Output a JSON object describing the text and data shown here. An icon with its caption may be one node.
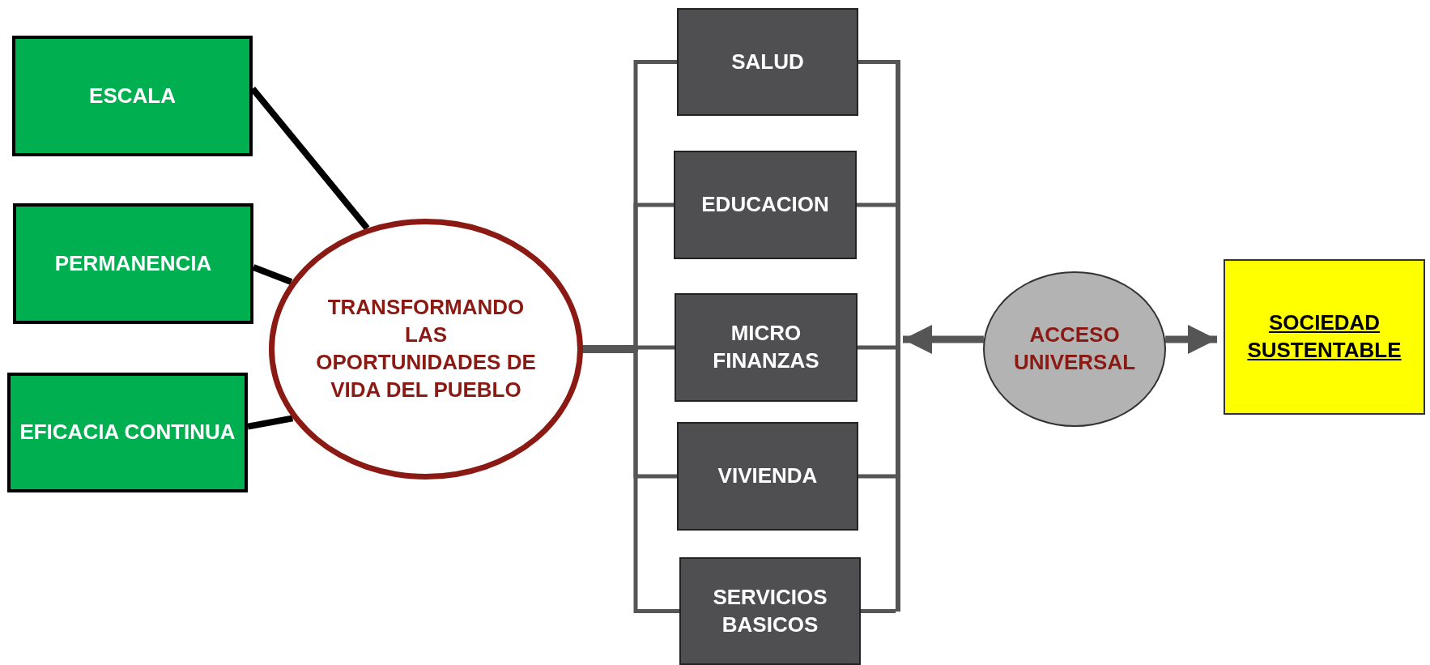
{
  "diagram": {
    "nodes": [
      {
        "text": [
          "ESCALA"
        ]
      },
      {
        "text": [
          "PERMANENCIA"
        ]
      },
      {
        "text": [
          "EFICACIA CONTINUA"
        ]
      },
      {
        "text": [
          "TRANSFORMANDO LAS OPORTUNIDADES DE VIDA DEL PUEBLO"
        ]
      },
      {
        "text": [
          "SALUD"
        ]
      },
      {
        "text": [
          "EDUCACION"
        ]
      },
      {
        "text": [
          "MICRO FINANZAS"
        ]
      },
      {
        "text": [
          "VIVIENDA"
        ]
      },
      {
        "text": [
          "SERVICIOS BASICOS"
        ]
      },
      {
        "text": [
          "ACCESO UNIVERSAL"
        ]
      },
      {
        "text": [
          "SOCIEDAD SUSTENTABLE"
        ]
      },
      {
        "text": [],
        "shape": "bar"
      }
    ],
    "edges": [
      {
        "from": 0,
        "to": 3,
        "arrow": "none",
        "color": "#000000"
      },
      {
        "from": 1,
        "to": 3,
        "arrow": "none",
        "color": "#000000"
      },
      {
        "from": 2,
        "to": 3,
        "arrow": "none",
        "color": "#000000"
      },
      {
        "from": 3,
        "to": 4,
        "arrow": "none"
      },
      {
        "from": 3,
        "to": 5,
        "arrow": "none"
      },
      {
        "from": 3,
        "to": 6,
        "arrow": "none"
      },
      {
        "from": 3,
        "to": 7,
        "arrow": "none"
      },
      {
        "from": 3,
        "to": 8,
        "arrow": "none"
      },
      {
        "from": 9,
        "to": 11,
        "arrow": "to",
        "style": "thick"
      },
      {
        "from": 9,
        "to": 10,
        "arrow": "to",
        "style": "thick"
      },
      {
        "from": 4,
        "to": 11,
        "arrow": "none"
      },
      {
        "from": 5,
        "to": 11,
        "arrow": "none"
      },
      {
        "from": 6,
        "to": 11,
        "arrow": "none"
      },
      {
        "from": 7,
        "to": 11,
        "arrow": "none"
      },
      {
        "from": 8,
        "to": 11,
        "arrow": "none"
      }
    ]
  }
}
